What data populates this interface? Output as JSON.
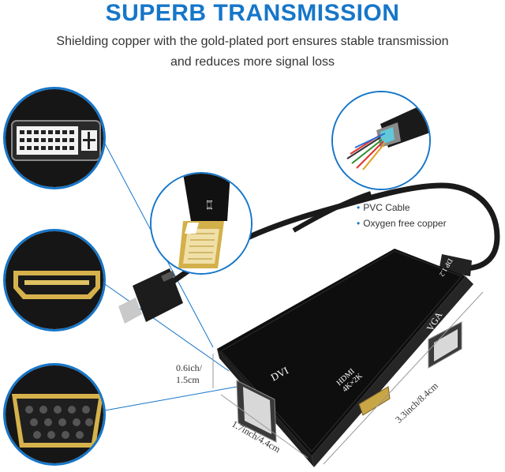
{
  "header": {
    "title": "SUPERB TRANSMISSION",
    "subtitle_line1": "Shielding copper with the gold-plated port ensures stable transmission",
    "subtitle_line2": "and reduces more signal loss"
  },
  "cable_callout": {
    "items": [
      "PVC Cable",
      "Oxygen free copper"
    ]
  },
  "ports": {
    "dvi": "DVI",
    "hdmi_line1": "HDMI",
    "hdmi_line2": "4K×2K",
    "vga": "VGA",
    "dp": "DP 1.2",
    "mdp_symbol": "I□I"
  },
  "dimensions": {
    "height": "0.6ich/ 1.5cm",
    "height_line1": "0.6ich/",
    "height_line2": "1.5cm",
    "width": "1.7inch/4.4cm",
    "length": "3.3inch/8.4cm"
  },
  "colors": {
    "accent": "#1676c9",
    "gold": "#d6b24c",
    "adapter": "#111111"
  },
  "callouts": [
    "dvi-port-closeup",
    "hdmi-port-closeup",
    "vga-port-closeup",
    "mini-dp-plug-closeup",
    "cable-cross-section-closeup"
  ]
}
